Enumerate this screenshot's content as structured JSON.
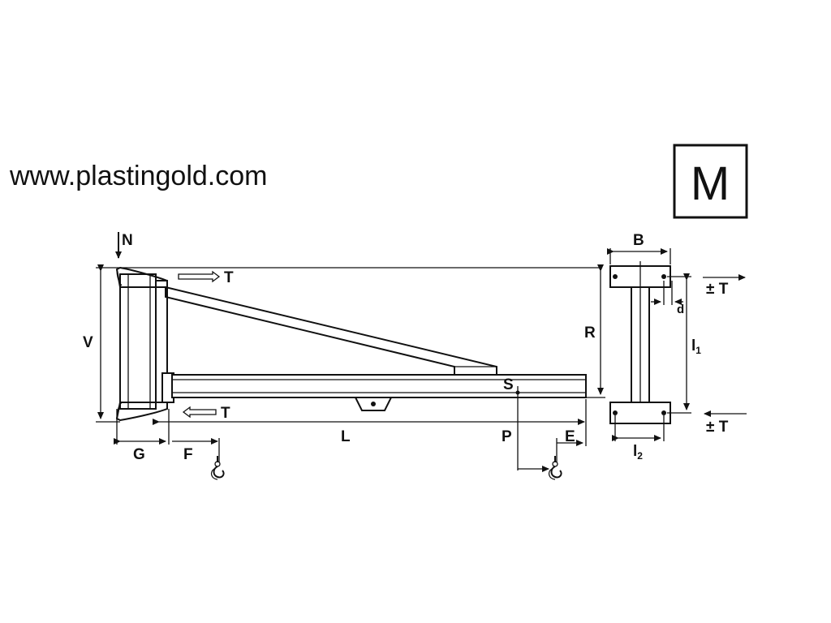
{
  "website": "www.plastingold.com",
  "badge": "M",
  "labels": {
    "N": "N",
    "T_top": "T",
    "T_bottom": "T",
    "V": "V",
    "R": "R",
    "S": "S",
    "L": "L",
    "P": "P",
    "E": "E",
    "G": "G",
    "F": "F",
    "B": "B",
    "d": "d",
    "l1_main": "l",
    "l1_sub": "1",
    "l2_main": "l",
    "l2_sub": "2",
    "pm_T_top": "± T",
    "pm_T_bottom": "± T"
  }
}
